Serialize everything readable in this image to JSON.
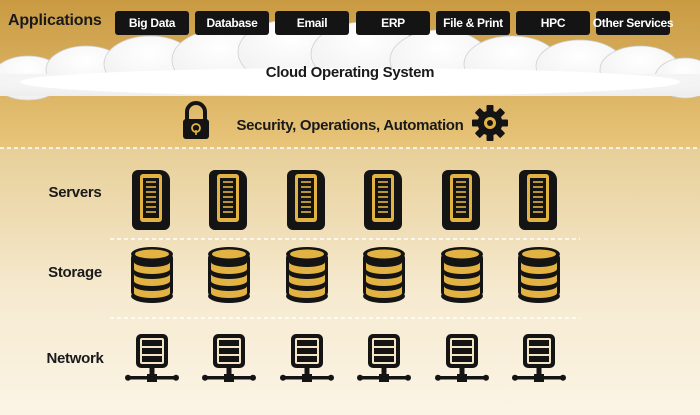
{
  "applications": {
    "label": "Applications",
    "services": [
      "Big Data",
      "Database",
      "Email",
      "ERP",
      "File & Print",
      "HPC",
      "Other Services"
    ]
  },
  "cloud": {
    "label": "Cloud Operating System"
  },
  "security": {
    "label": "Security, Operations, Automation",
    "icons": [
      "padlock-icon",
      "gear-icon"
    ]
  },
  "rows": [
    {
      "label": "Servers",
      "icon": "server-icon",
      "count": 6
    },
    {
      "label": "Storage",
      "icon": "database-icon",
      "count": 6
    },
    {
      "label": "Network",
      "icon": "network-node-icon",
      "count": 6
    }
  ],
  "colors": {
    "gold": "#d5a84d",
    "gold_light": "#f2e3bd",
    "icon_fill": "#e2b342",
    "dark": "#141414"
  }
}
